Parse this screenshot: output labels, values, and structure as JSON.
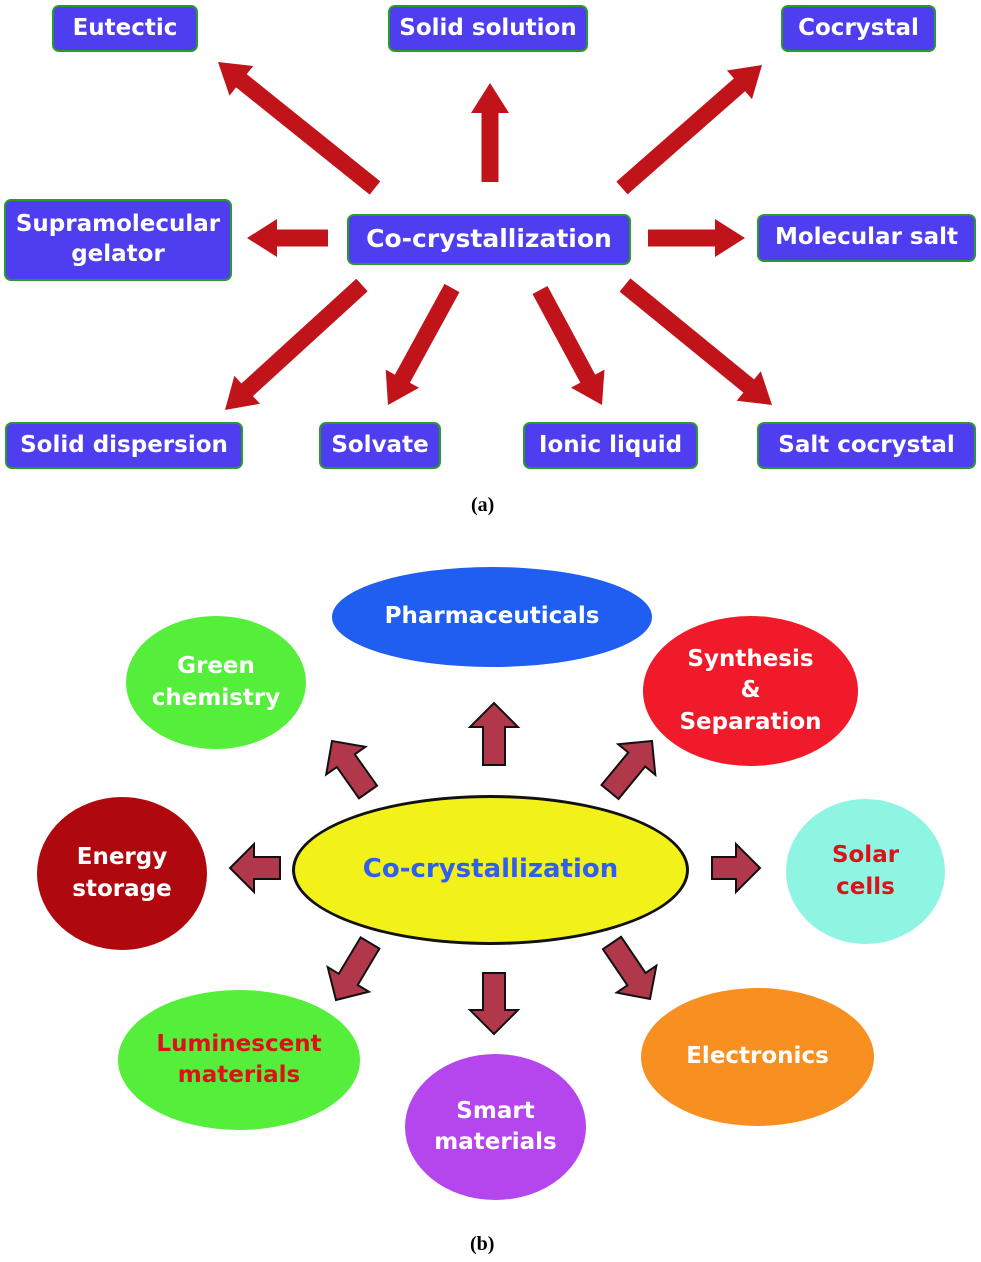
{
  "panel_a": {
    "label": "(a)",
    "center": "Co-crystallization",
    "boxes": {
      "eutectic": "Eutectic",
      "solid_solution": "Solid solution",
      "cocrystal": "Cocrystal",
      "supramolecular_gelator": "Supramolecular\ngelator",
      "molecular_salt": "Molecular salt",
      "solid_dispersion": "Solid dispersion",
      "solvate": "Solvate",
      "ionic_liquid": "Ionic liquid",
      "salt_cocrystal": "Salt cocrystal"
    }
  },
  "panel_b": {
    "label": "(b)",
    "center": "Co-crystallization",
    "nodes": {
      "pharmaceuticals": "Pharmaceuticals",
      "green_chemistry": "Green\nchemistry",
      "synthesis_separation": "Synthesis\n&\nSeparation",
      "energy_storage": "Energy\nstorage",
      "solar_cells": "Solar\ncells",
      "luminescent_materials": "Luminescent\nmaterials",
      "smart_materials": "Smart\nmaterials",
      "electronics": "Electronics"
    }
  },
  "colors": {
    "box_fill": "#4f3df0",
    "box_border": "#2a9a2a",
    "arrow_a": "#c0141a",
    "arrow_b": "#b0384a",
    "center_b_fill": "#f2f21a",
    "pharmaceuticals": "#1f5ef0",
    "green_chemistry": "#55ee3a",
    "synthesis_separation": "#f01a2a",
    "energy_storage": "#b0080f",
    "solar_cells": "#8ff5e3",
    "luminescent_materials": "#55ee3a",
    "smart_materials": "#b546ee",
    "electronics": "#f79020"
  }
}
